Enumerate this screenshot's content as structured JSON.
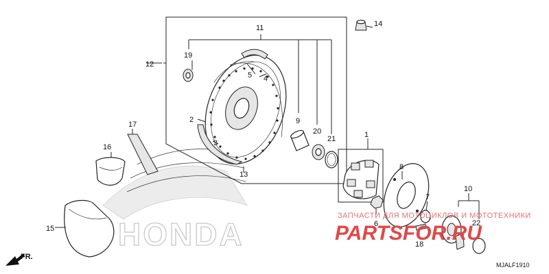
{
  "diagram": {
    "brand_watermark": "HONDA",
    "direction_label": "FR.",
    "diagram_code": "MJALF1910",
    "callouts": [
      "1",
      "2",
      "3",
      "4",
      "5",
      "6",
      "7",
      "8",
      "9",
      "10",
      "11",
      "12",
      "13",
      "14",
      "15",
      "16",
      "17",
      "18",
      "19",
      "20",
      "21",
      "22"
    ]
  },
  "watermark": {
    "caption": "ЗАПЧАСТИ ДЛЯ МОТОЦИКЛОВ И МОТОТЕХНИКИ",
    "site": "PARTSFOR.RU",
    "color": "#e04848"
  },
  "colors": {
    "line": "#222222",
    "hatch": "#c9c9c9"
  }
}
